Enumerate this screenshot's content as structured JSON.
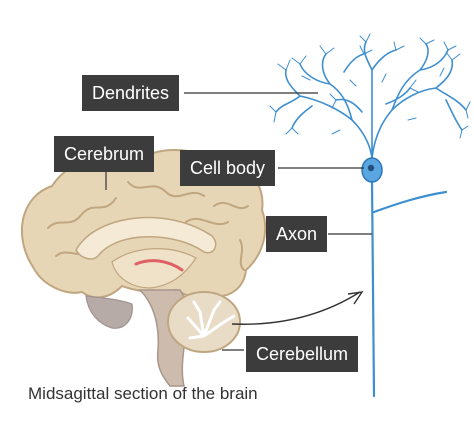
{
  "labels": {
    "dendrites": "Dendrites",
    "cerebrum": "Cerebrum",
    "cell_body": "Cell body",
    "axon": "Axon",
    "cerebellum": "Cerebellum"
  },
  "caption": "Midsagittal section of the brain",
  "colors": {
    "neuron": "#3e8fd0",
    "brain_outline": "#c0a680",
    "brain_fill": "#e7d6b6",
    "brain_inner": "#f4ead6",
    "label_bg": "#3c3c3c",
    "label_text": "#ffffff",
    "leader": "#333333"
  }
}
